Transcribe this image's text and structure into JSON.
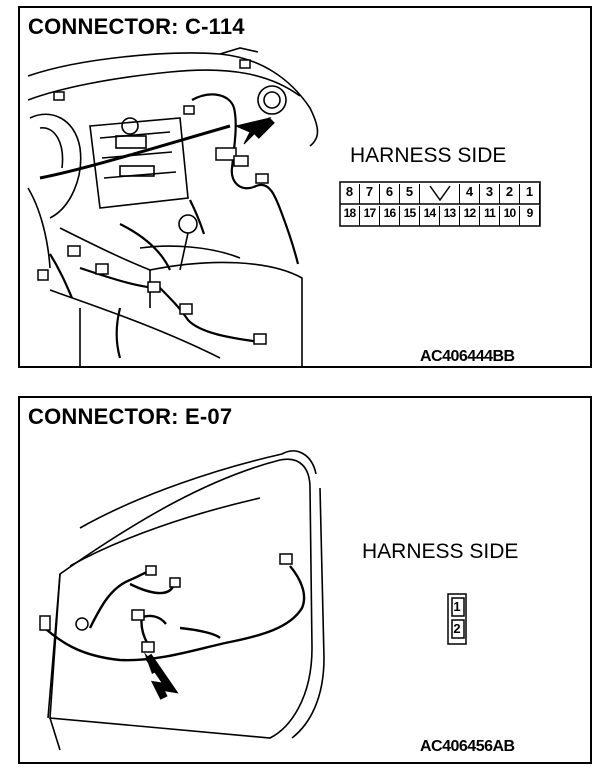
{
  "connector1": {
    "title": "CONNECTOR: C-114",
    "side_label": "HARNESS SIDE",
    "code": "AC406444BB",
    "pins_top": [
      "8",
      "7",
      "6",
      "5",
      "4",
      "3",
      "2",
      "1"
    ],
    "pins_bottom": [
      "18",
      "17",
      "16",
      "15",
      "14",
      "13",
      "12",
      "11",
      "10",
      "9"
    ]
  },
  "connector2": {
    "title": "CONNECTOR: E-07",
    "side_label": "HARNESS SIDE",
    "code": "AC406456AB",
    "pins": [
      "1",
      "2"
    ]
  }
}
